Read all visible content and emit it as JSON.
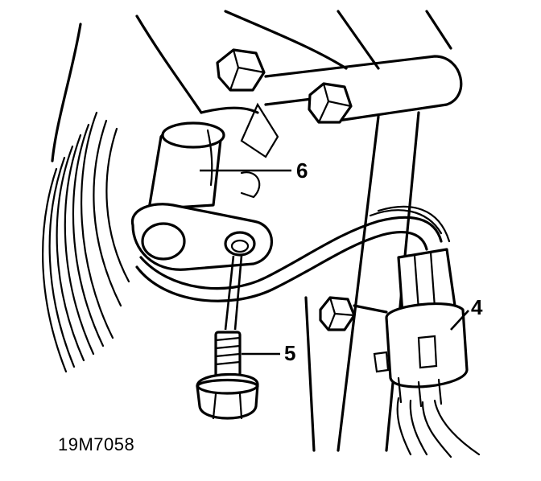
{
  "figure_id": "19M7058",
  "callouts": [
    {
      "key": "6",
      "label": "6"
    },
    {
      "key": "4",
      "label": "4"
    },
    {
      "key": "5",
      "label": "5"
    }
  ],
  "colors": {
    "ink": "#000000",
    "paper": "#ffffff"
  }
}
